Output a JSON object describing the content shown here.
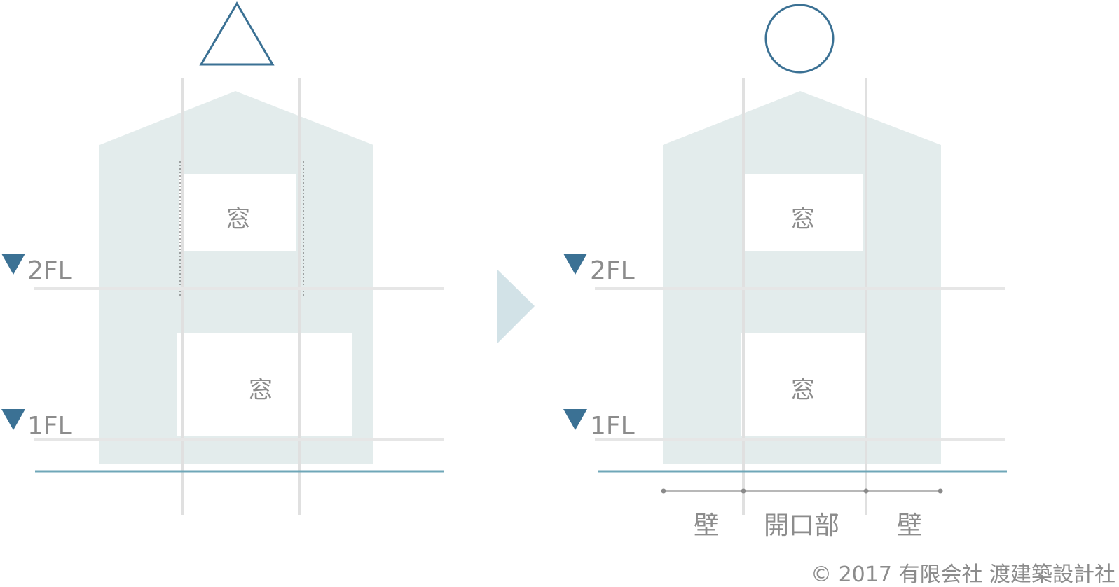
{
  "left_panel": {
    "rating_symbol": "△",
    "level_upper": "2FL",
    "level_lower": "1FL",
    "room_upper": "窓",
    "room_lower": "窓"
  },
  "right_panel": {
    "rating_symbol": "○",
    "level_upper": "2FL",
    "level_lower": "1FL",
    "room_upper": "窓",
    "room_lower": "窓",
    "dimension_labels": [
      "壁",
      "開口部",
      "壁"
    ]
  },
  "copyright": "© 2017 有限会社 渡建築設計社",
  "colors": {
    "house_fill": "#e3ecec",
    "accent": "#3b7194",
    "ground_line": "#6fa7b8",
    "level_line": "#e6e6e6",
    "axis_line": "#e2e2e2",
    "arrow_fill": "#d2e2e7",
    "text": "#8c8c8c"
  }
}
